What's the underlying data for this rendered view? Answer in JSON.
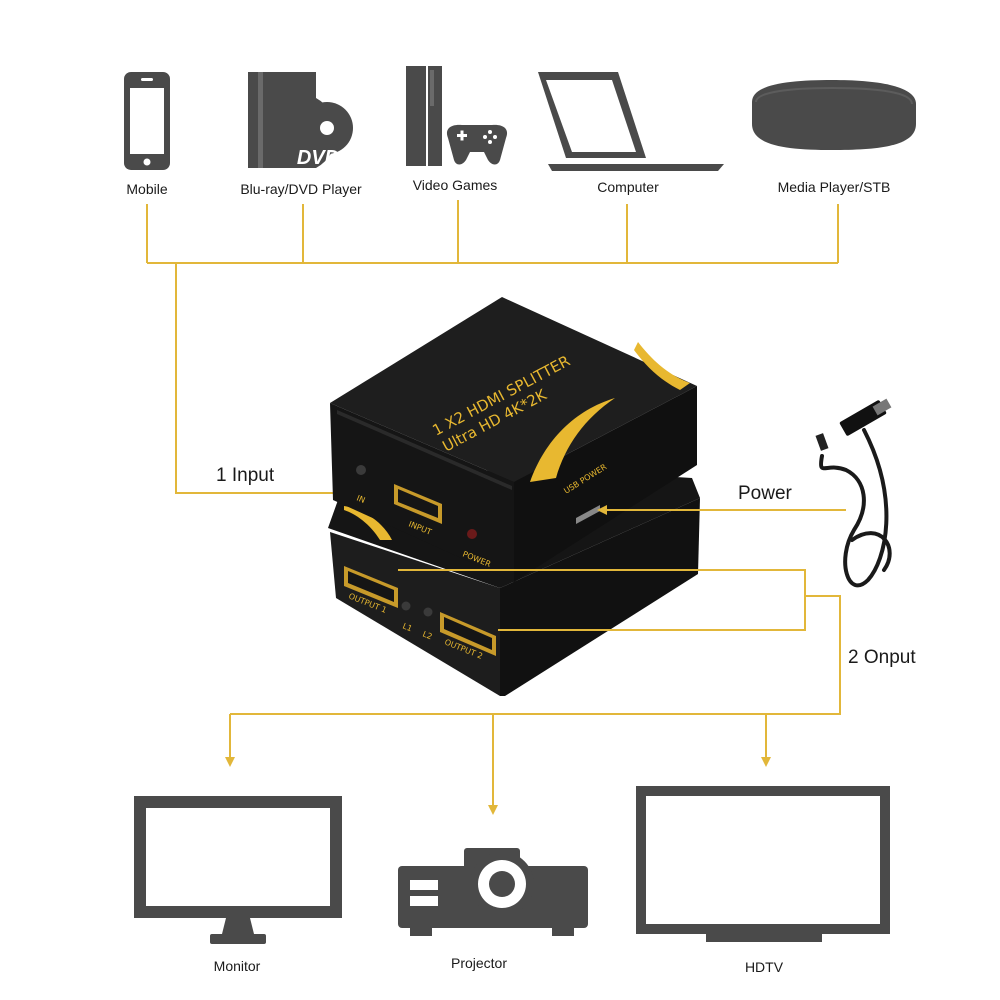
{
  "colors": {
    "line": "#e2b73a",
    "icon": "#4a4a4a",
    "device": "#1b1b1b",
    "accent": "#e8b830"
  },
  "sources": [
    {
      "label": "Mobile",
      "icon": "mobile-phone-icon"
    },
    {
      "label": "Blu-ray/DVD Player",
      "icon": "dvd-player-icon",
      "logo_text": "DVD"
    },
    {
      "label": "Video Games",
      "icon": "game-console-icon"
    },
    {
      "label": "Computer",
      "icon": "laptop-icon"
    },
    {
      "label": "Media Player/STB",
      "icon": "set-top-box-icon"
    }
  ],
  "splitter": {
    "title_line1": "1 X2 HDMI SPLITTER",
    "title_line2": "Ultra HD 4K*2K",
    "in_label": "IN",
    "input_label": "INPUT",
    "power_label": "POWER",
    "usb_label": "USB POWER",
    "output1_label": "OUTPUT 1",
    "output2_label": "OUTPUT 2",
    "l1_label": "L1",
    "l2_label": "L2"
  },
  "flow": {
    "input_label": "1 Input",
    "power_label": "Power",
    "output_label": "2 Onput"
  },
  "destinations": [
    {
      "label": "Monitor",
      "icon": "monitor-icon"
    },
    {
      "label": "Projector",
      "icon": "projector-icon"
    },
    {
      "label": "HDTV",
      "icon": "hdtv-icon"
    }
  ]
}
